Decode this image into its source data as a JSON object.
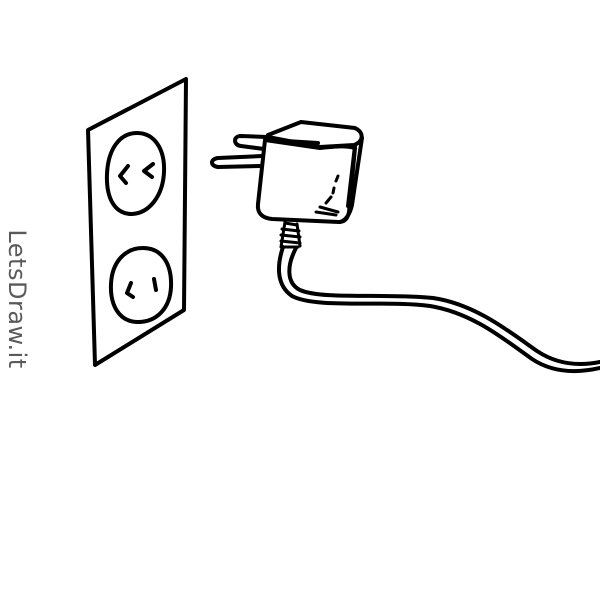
{
  "watermark": {
    "text": "LetsDraw.it",
    "color": "#5a5a5a"
  },
  "drawing": {
    "stroke_color": "#000000",
    "background": "#ffffff",
    "subjects": [
      "wall-socket",
      "plug-adapter",
      "power-cord"
    ]
  }
}
